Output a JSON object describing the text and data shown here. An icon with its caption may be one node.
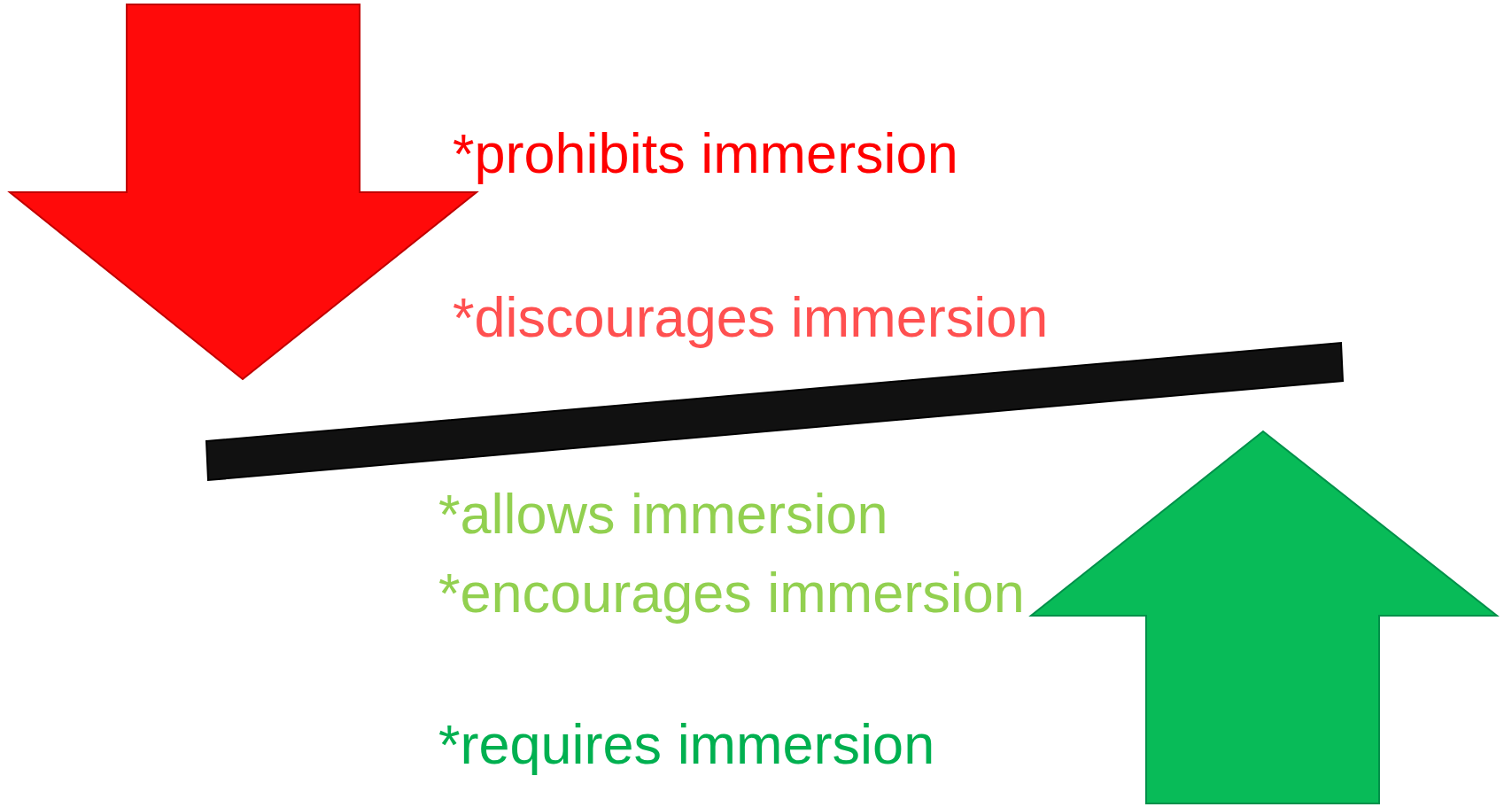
{
  "diagram": {
    "labels": [
      "*prohibits immersion",
      "*discourages immersion",
      "*allows immersion",
      "*encourages immersion",
      "*requires immersion"
    ]
  }
}
